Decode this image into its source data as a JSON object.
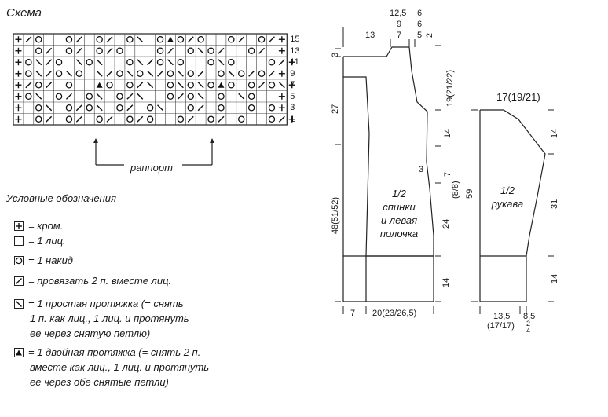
{
  "chart_title": "Схема",
  "grid": {
    "row_numbers": [
      "15",
      "13",
      "11",
      "9",
      "7",
      "5",
      "3",
      "1"
    ],
    "rows": [
      "+/o..o/.o/.o\\.o^o/o..o/.o/+",
      "+.o/.o/.o/o...o/.o\\o/..o/.+",
      "+o\\/o.\\o\\..o\\/o\\o..o\\o...o/+",
      "+o\\/o\\o.\\/o\\o\\/o\\o/.o\\o/o/+",
      "+/o/.o..^o.o/\\.o\\o\\o^o.o/o\\+",
      "+o\\.o/.o\\.o/\\..o/o\\.o.\\o..+",
      "+.o\\.o/o\\.o/.o\\..o/.o..o.o+",
      "+.o/.o/.o/.o/o..o/.o/.o..o/+"
    ]
  },
  "raport_label": "раппорт",
  "legend": {
    "title": "Условные обозначения",
    "items": [
      {
        "symbol": "+",
        "text": "= кром."
      },
      {
        "symbol": "",
        "text": "= 1 лиц."
      },
      {
        "symbol": "o",
        "text": "= 1 накид"
      },
      {
        "symbol": "/",
        "text": "= провязать 2 п. вместе лиц."
      },
      {
        "symbol": "\\",
        "text": "= 1 простая протяжка (= снять"
      },
      {
        "symbol": "",
        "text": "1 п. как лиц., 1 лиц. и протянуть"
      },
      {
        "symbol": "",
        "text": "ее через снятую петлю)"
      },
      {
        "symbol": "^",
        "text": "= 1 двойная протяжка (= снять 2 п."
      },
      {
        "symbol": "",
        "text": "вместе как лиц., 1 лиц. и протянуть"
      },
      {
        "symbol": "",
        "text": "ее через обе снятые петли)"
      }
    ]
  },
  "body_pattern": {
    "top_12_5": "12,5",
    "top_9": "9",
    "top_7": "7",
    "top_13": "13",
    "top_6a": "6",
    "top_6b": "6",
    "top_5": "5",
    "top_2": "2",
    "left_3": "3",
    "left_27": "27",
    "left_48": "48(51/52)",
    "right_19": "19(21/22)",
    "right_14a": "14",
    "right_3": "3",
    "right_7": "7",
    "right_8": "(8/8)",
    "right_24": "24",
    "right_14b": "14",
    "bottom_7": "7",
    "bottom_20": "20(23/26,5)",
    "label": [
      "1/2",
      "спинки",
      "и левая",
      "полочка"
    ]
  },
  "sleeve_pattern": {
    "top": "17(19/21)",
    "right_14a": "14",
    "right_31": "31",
    "right_14b": "14",
    "left_59": "59",
    "bottom_13_5": "13,5",
    "bottom_17": "(17/17)",
    "bottom_8": "8,5",
    "bottom_2": "2",
    "bottom_4": "4",
    "label": [
      "1/2",
      "рукава"
    ]
  }
}
